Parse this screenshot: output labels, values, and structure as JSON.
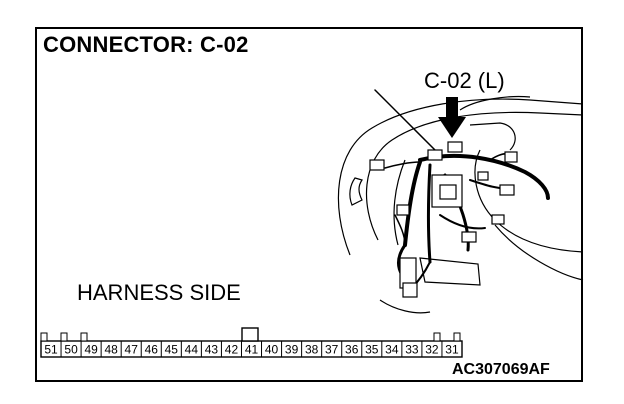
{
  "diagram": {
    "title": "CONNECTOR: C-02",
    "callout_label": "C-02 (L)",
    "side_label": "HARNESS SIDE",
    "document_id": "AC307069AF",
    "connector_pins": [
      "51",
      "50",
      "49",
      "48",
      "47",
      "46",
      "45",
      "44",
      "43",
      "42",
      "41",
      "40",
      "39",
      "38",
      "37",
      "36",
      "35",
      "34",
      "33",
      "32",
      "31"
    ]
  }
}
